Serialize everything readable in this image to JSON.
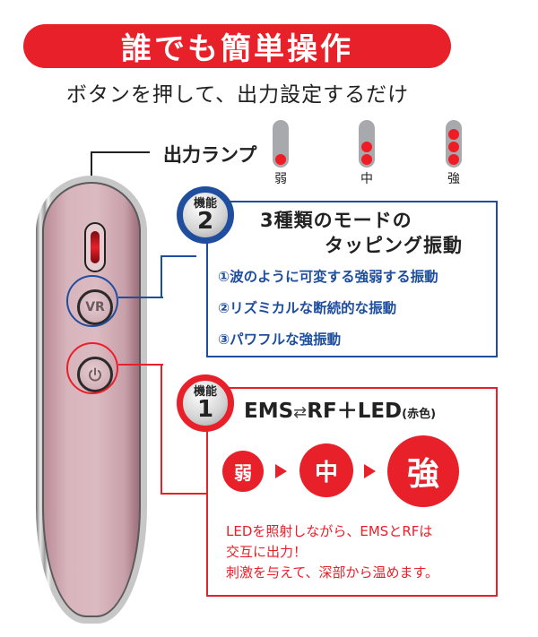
{
  "header": {
    "title": "誰でも簡単操作",
    "subtitle": "ボタンを押して、出力設定するだけ"
  },
  "lamp": {
    "label": "出力ランプ",
    "levels": [
      {
        "label": "弱",
        "dots": 1
      },
      {
        "label": "中",
        "dots": 2
      },
      {
        "label": "強",
        "dots": 3
      }
    ]
  },
  "device": {
    "vr_button_label": "VR",
    "power_icon": "power-icon"
  },
  "feature2": {
    "badge_top": "機能",
    "badge_num": "2",
    "title_line1": "3種類のモードの",
    "title_line2": "タッピング振動",
    "items": [
      "①波のように可変する強弱する振動",
      "②リズミカルな断続的な振動",
      "③パワフルな強振動"
    ],
    "color": "#1f4e9e"
  },
  "feature1": {
    "badge_top": "機能",
    "badge_num": "1",
    "title_ems": "EMS",
    "title_arrows": "⇄",
    "title_rest": "RF＋LED",
    "title_small": "(赤色)",
    "levels": [
      "弱",
      "中",
      "強"
    ],
    "desc_lines": [
      "LEDを照射しながら、EMSとRFは",
      "交互に出力！",
      "刺激を与えて、深部から温めます。"
    ],
    "color": "#e8202a"
  }
}
